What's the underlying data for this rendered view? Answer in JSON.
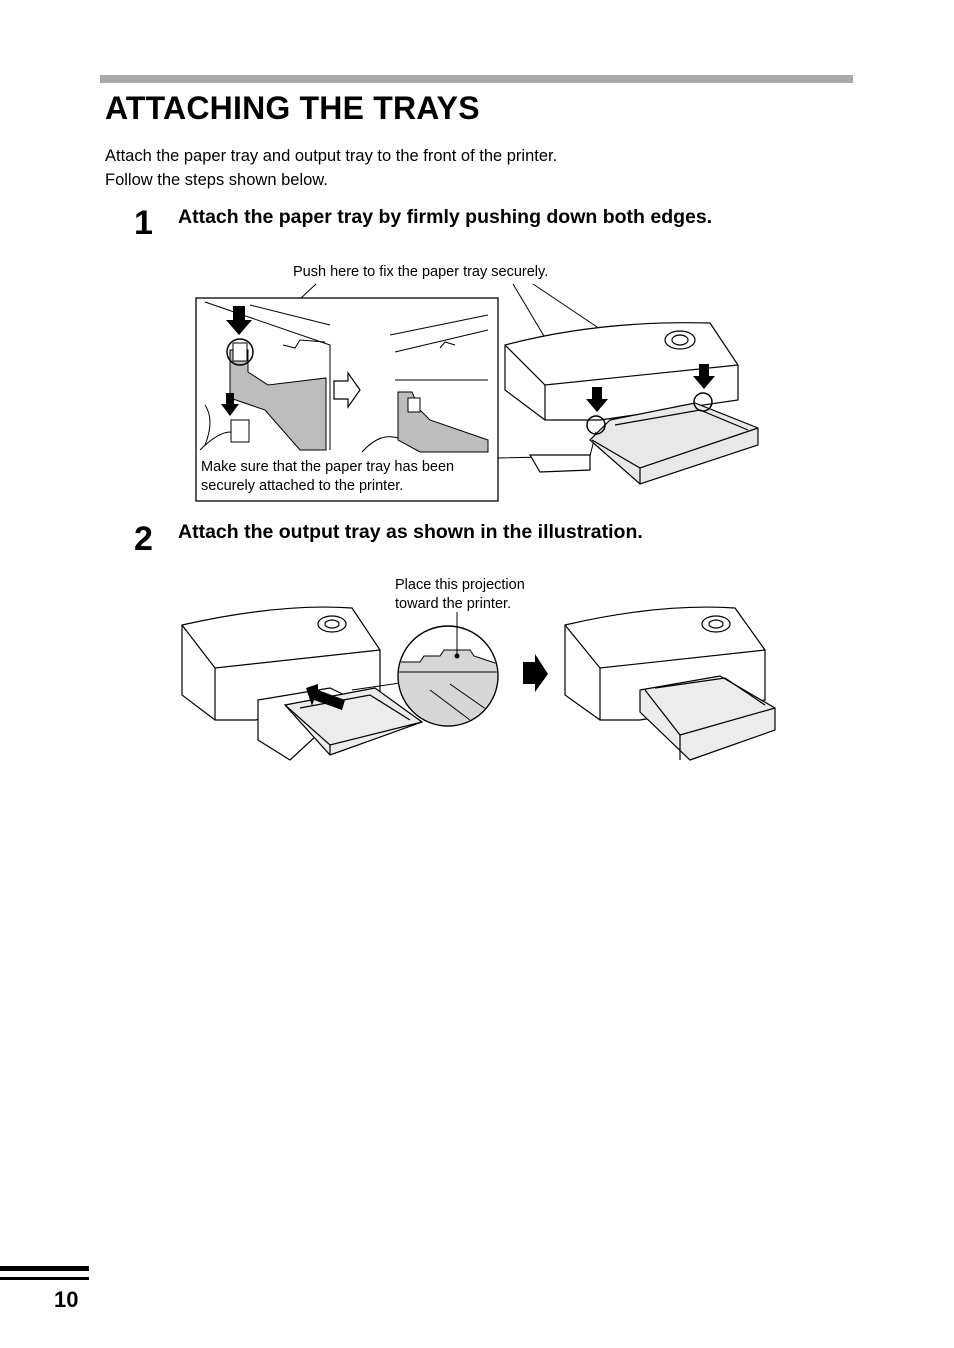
{
  "heading": {
    "title": "ATTACHING THE TRAYS",
    "intro_line1": "Attach the paper tray and output tray to the front of the printer.",
    "intro_line2": "Follow the steps shown below."
  },
  "steps": [
    {
      "number": "1",
      "text": "Attach the paper tray by firmly pushing down both edges.",
      "callout_push": "Push here to fix the paper tray securely.",
      "callout_sure_line1": "Make sure that the paper tray has been",
      "callout_sure_line2": "securely attached to the printer."
    },
    {
      "number": "2",
      "text": "Attach the output tray as shown in the illustration.",
      "callout_line1": "Place this projection",
      "callout_line2": "toward the printer."
    }
  ],
  "footer": {
    "page_number": "10"
  }
}
